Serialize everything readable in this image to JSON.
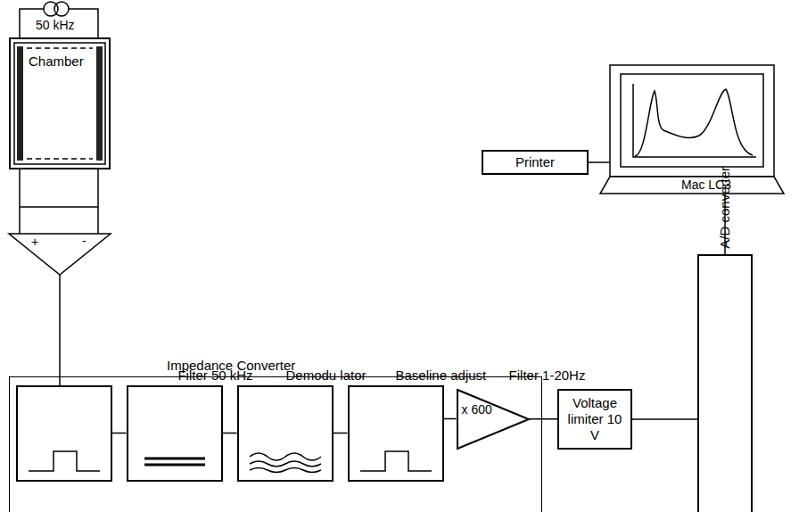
{
  "diagram": {
    "nodes": [
      {
        "text": [
          "Chamber"
        ]
      },
      {
        "text": [
          "Printer"
        ]
      },
      {
        "text": [
          "Mac LC3"
        ]
      },
      {
        "text": [
          "Impedance Converter"
        ]
      },
      {
        "text": [
          "Filter 50 kHz"
        ],
        "in": 3
      },
      {
        "text": [
          "Demodu lator"
        ],
        "in": 3
      },
      {
        "text": [
          "Baseline adjust"
        ],
        "in": 3
      },
      {
        "text": [
          "Filter 1-20Hz"
        ],
        "in": 3
      },
      {
        "text": [
          "x 600"
        ],
        "in": 3
      },
      {
        "text": [
          "Voltage limiter 10 V"
        ]
      },
      {
        "text": [
          "A/D converter"
        ]
      }
    ],
    "edges": [
      {
        "from": 4,
        "to": 5,
        "arrow": "none"
      },
      {
        "from": 5,
        "to": 6,
        "arrow": "none"
      },
      {
        "from": 6,
        "to": 7,
        "arrow": "none"
      },
      {
        "from": 7,
        "to": 8,
        "arrow": "none"
      },
      {
        "from": 8,
        "to": 9,
        "arrow": "none"
      },
      {
        "from": 9,
        "to": 10,
        "arrow": "none"
      },
      {
        "from": 10,
        "to": 2,
        "arrow": "none"
      },
      {
        "from": 1,
        "to": 2,
        "arrow": "none"
      }
    ],
    "labels": [
      "50 kHz",
      "+",
      "-"
    ]
  }
}
